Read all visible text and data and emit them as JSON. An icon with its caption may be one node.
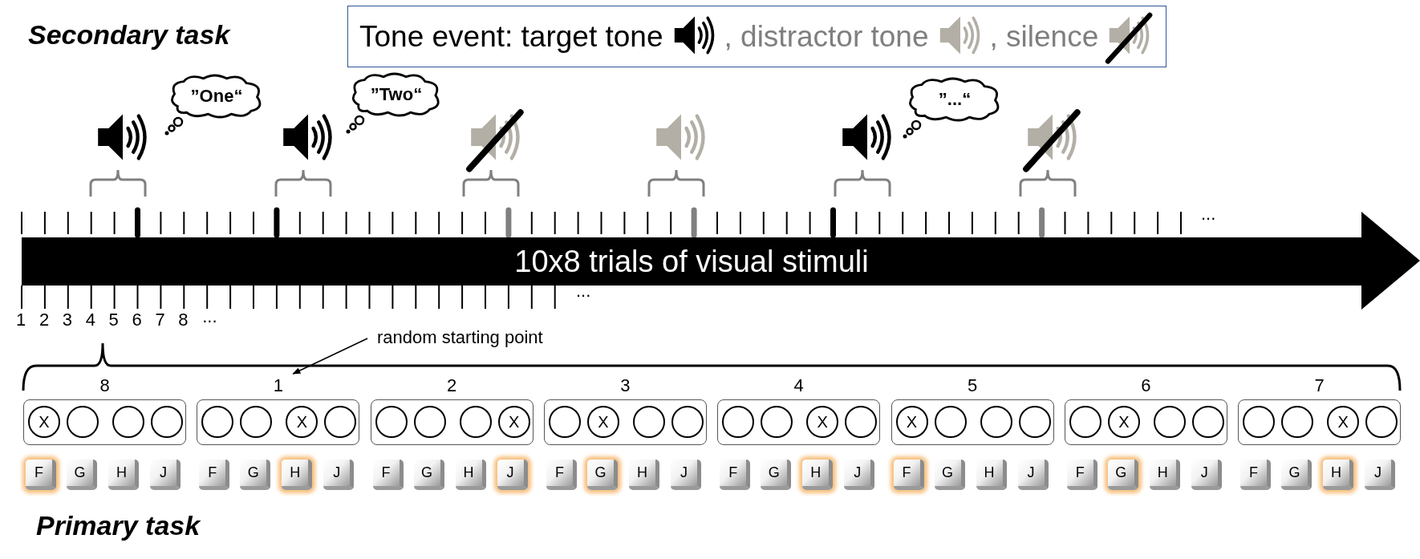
{
  "diagram": {
    "nodes": [
      {
        "text": [
          "”One“"
        ]
      },
      {
        "text": [
          "”Two“"
        ]
      },
      {
        "text": [
          "”...“"
        ]
      },
      {
        "text": [
          "10x8 trials of visual stimuli"
        ]
      },
      {
        "text": [
          "random starting point"
        ]
      },
      {
        "text": [
          "8"
        ]
      },
      {
        "text": [
          "X"
        ],
        "in": 5
      },
      {
        "text": [],
        "shape": "circle",
        "in": 5
      },
      {
        "text": [],
        "shape": "circle",
        "in": 5
      },
      {
        "text": [],
        "shape": "circle",
        "in": 5
      },
      {
        "text": [
          "F"
        ]
      },
      {
        "text": [
          "G"
        ]
      },
      {
        "text": [
          "H"
        ]
      },
      {
        "text": [
          "J"
        ]
      },
      {
        "text": [
          "1"
        ]
      },
      {
        "text": [],
        "shape": "circle",
        "in": 14
      },
      {
        "text": [],
        "shape": "circle",
        "in": 14
      },
      {
        "text": [
          "X"
        ],
        "in": 14
      },
      {
        "text": [],
        "shape": "circle",
        "in": 14
      },
      {
        "text": [
          "F"
        ]
      },
      {
        "text": [
          "G"
        ]
      },
      {
        "text": [
          "H"
        ]
      },
      {
        "text": [
          "J"
        ]
      },
      {
        "text": [
          "2"
        ]
      },
      {
        "text": [],
        "shape": "circle",
        "in": 23
      },
      {
        "text": [],
        "shape": "circle",
        "in": 23
      },
      {
        "text": [],
        "shape": "circle",
        "in": 23
      },
      {
        "text": [
          "X"
        ],
        "in": 23
      },
      {
        "text": [
          "F"
        ]
      },
      {
        "text": [
          "G"
        ]
      },
      {
        "text": [
          "H"
        ]
      },
      {
        "text": [
          "J"
        ]
      },
      {
        "text": [
          "3"
        ]
      },
      {
        "text": [],
        "shape": "circle",
        "in": 32
      },
      {
        "text": [
          "X"
        ],
        "in": 32
      },
      {
        "text": [],
        "shape": "circle",
        "in": 32
      },
      {
        "text": [],
        "shape": "circle",
        "in": 32
      },
      {
        "text": [
          "F"
        ]
      },
      {
        "text": [
          "G"
        ]
      },
      {
        "text": [
          "H"
        ]
      },
      {
        "text": [
          "J"
        ]
      },
      {
        "text": [
          "4"
        ]
      },
      {
        "text": [],
        "shape": "circle",
        "in": 41
      },
      {
        "text": [],
        "shape": "circle",
        "in": 41
      },
      {
        "text": [
          "X"
        ],
        "in": 41
      },
      {
        "text": [],
        "shape": "circle",
        "in": 41
      },
      {
        "text": [
          "F"
        ]
      },
      {
        "text": [
          "G"
        ]
      },
      {
        "text": [
          "H"
        ]
      },
      {
        "text": [
          "J"
        ]
      },
      {
        "text": [
          "5"
        ]
      },
      {
        "text": [
          "X"
        ],
        "in": 50
      },
      {
        "text": [],
        "shape": "circle",
        "in": 50
      },
      {
        "text": [],
        "shape": "circle",
        "in": 50
      },
      {
        "text": [],
        "shape": "circle",
        "in": 50
      },
      {
        "text": [
          "F"
        ]
      },
      {
        "text": [
          "G"
        ]
      },
      {
        "text": [
          "H"
        ]
      },
      {
        "text": [
          "J"
        ]
      },
      {
        "text": [
          "6"
        ]
      },
      {
        "text": [],
        "shape": "circle",
        "in": 59
      },
      {
        "text": [
          "X"
        ],
        "in": 59
      },
      {
        "text": [],
        "shape": "circle",
        "in": 59
      },
      {
        "text": [],
        "shape": "circle",
        "in": 59
      },
      {
        "text": [
          "F"
        ]
      },
      {
        "text": [
          "G"
        ]
      },
      {
        "text": [
          "H"
        ]
      },
      {
        "text": [
          "J"
        ]
      },
      {
        "text": [
          "7"
        ]
      },
      {
        "text": [],
        "shape": "circle",
        "in": 68
      },
      {
        "text": [],
        "shape": "circle",
        "in": 68
      },
      {
        "text": [
          "X"
        ],
        "in": 68
      },
      {
        "text": [],
        "shape": "circle",
        "in": 68
      },
      {
        "text": [
          "F"
        ]
      },
      {
        "text": [
          "G"
        ]
      },
      {
        "text": [
          "H"
        ]
      },
      {
        "text": [
          "J"
        ]
      }
    ],
    "edges": [
      {
        "from": 4,
        "to": 14,
        "arrow": "to"
      }
    ],
    "labels": [
      "Secondary task",
      "...",
      "...",
      "1",
      "2",
      "3",
      "4",
      "5",
      "6",
      "7",
      "8",
      "...",
      "Primary task"
    ],
    "legend": [
      {
        "text": "Tone event: target tone"
      },
      {
        "text": ", distractor tone"
      },
      {
        "text": ", silence"
      }
    ]
  }
}
